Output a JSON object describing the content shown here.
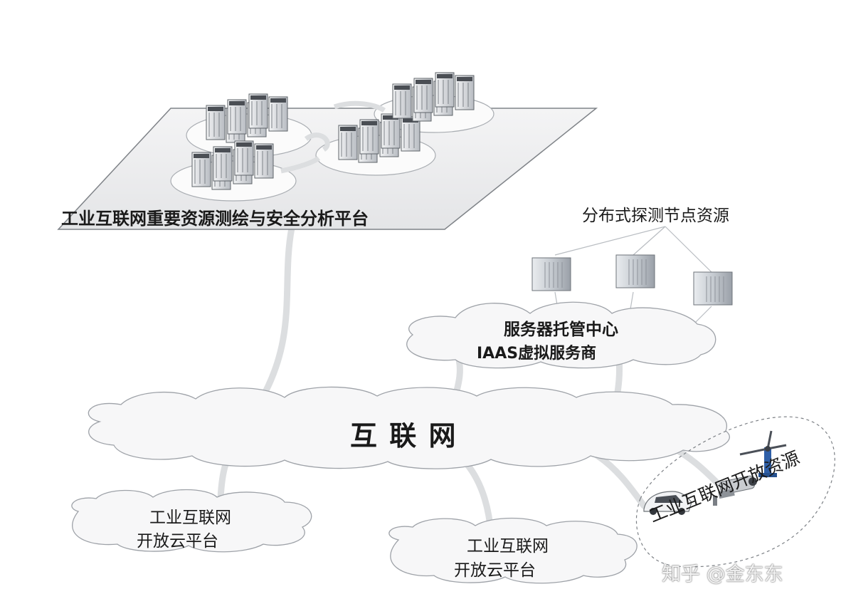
{
  "platform": {
    "title": "工业互联网重要资源测绘与安全分析平台"
  },
  "probe": {
    "title": "分布式探测节点资源"
  },
  "hosting": {
    "line1": "服务器托管中心",
    "line2": "IAAS虚拟服务商"
  },
  "internet": {
    "label": "互 联 网"
  },
  "open_cloud_left": {
    "line1": "工业互联网",
    "line2": "开放云平台"
  },
  "open_cloud_center": {
    "line1": "工业互联网",
    "line2": "开放云平台"
  },
  "open_resources": {
    "label": "工业互联网开放资源"
  },
  "watermark": {
    "text": "知乎 @金东东"
  }
}
